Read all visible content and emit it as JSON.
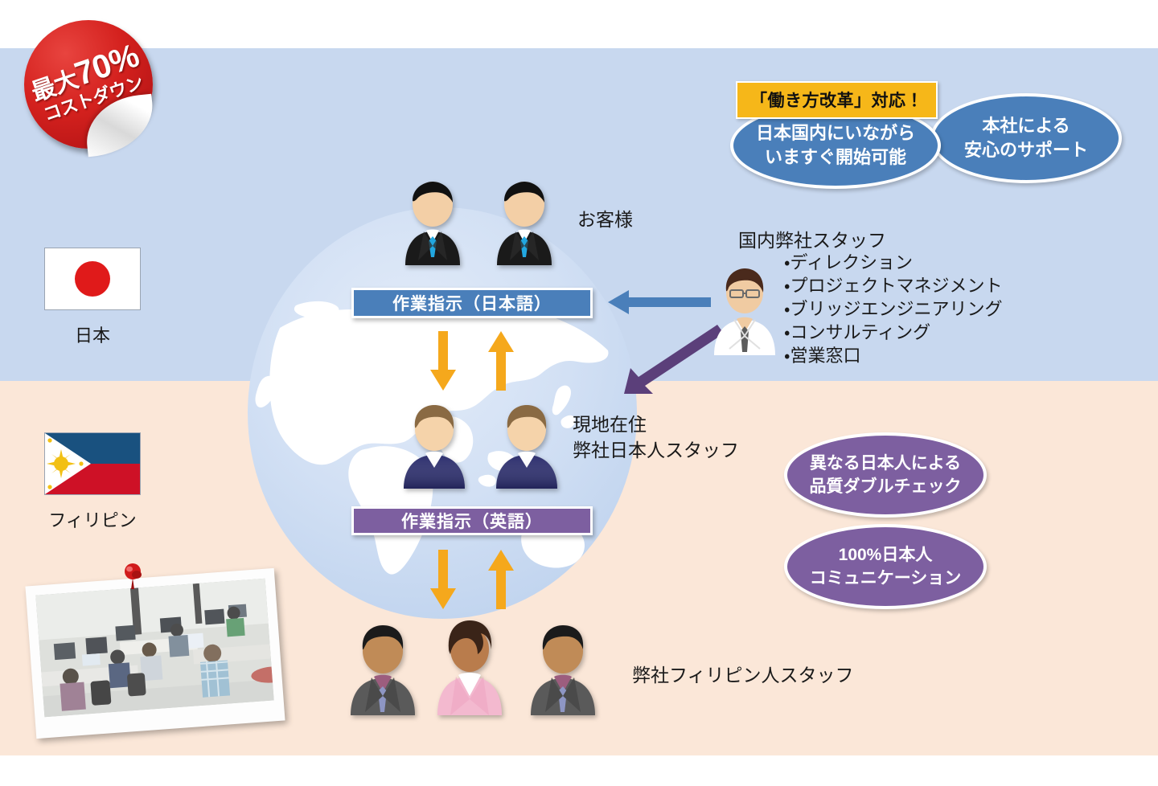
{
  "sticker": {
    "line1_prefix": "最大",
    "line1_number": "70%",
    "line2": "コストダウン",
    "color": "#c4161c"
  },
  "regions": {
    "japan": {
      "band_color": "#c8d8ef",
      "flag_caption": "日本",
      "flag_icon": "japan-flag-icon"
    },
    "philippines": {
      "band_color": "#fbe7d8",
      "flag_caption": "フィリピン",
      "flag_icon": "philippines-flag-icon"
    }
  },
  "callouts": {
    "tag_label": "「働き方改革」対応！",
    "tag_color": "#f6b719",
    "ellipse_blue_color": "#4a7fba",
    "ellipse_purple_color": "#7d5fa0",
    "domestic_start": "日本国内にいながら\nいますぐ開始可能",
    "hq_support": "本社による\n安心のサポート",
    "double_check": "異なる日本人による\n品質ダブルチェック",
    "communication": "100%日本人\nコミュニケーション"
  },
  "staff_panel": {
    "title": "国内弊社スタッフ",
    "avatar_icon": "male-office-worker-icon",
    "items": [
      "・ディレクション",
      "・プロジェクトマネジメント",
      "・ブリッジエンジニアリング",
      "・コンサルティング",
      "・営業窓口"
    ]
  },
  "diagram": {
    "customer_label": "お客様",
    "local_japanese_label": "現地在住\n弊社日本人スタッフ",
    "filipino_label": "弊社フィリピン人スタッフ",
    "bar_japanese": "作業指示（日本語）",
    "bar_english": "作業指示（英語）",
    "bar_japanese_color": "#4a7fba",
    "bar_english_color": "#7d5fa0",
    "arrow_flow_color": "#f5a81c",
    "arrow_direction_color": "#4a7fba",
    "arrow_dispatch_color": "#5b3f7a",
    "globe_icon": "globe-world-map-icon",
    "customer_icon": "businessman-avatar-icon",
    "local_staff_icon": "japanese-staff-avatar-icon",
    "filipino_staff_icon": "filipino-staff-avatar-icon"
  },
  "photo": {
    "name": "office-photo",
    "pin_icon": "red-pushpin-icon",
    "caption": ""
  }
}
